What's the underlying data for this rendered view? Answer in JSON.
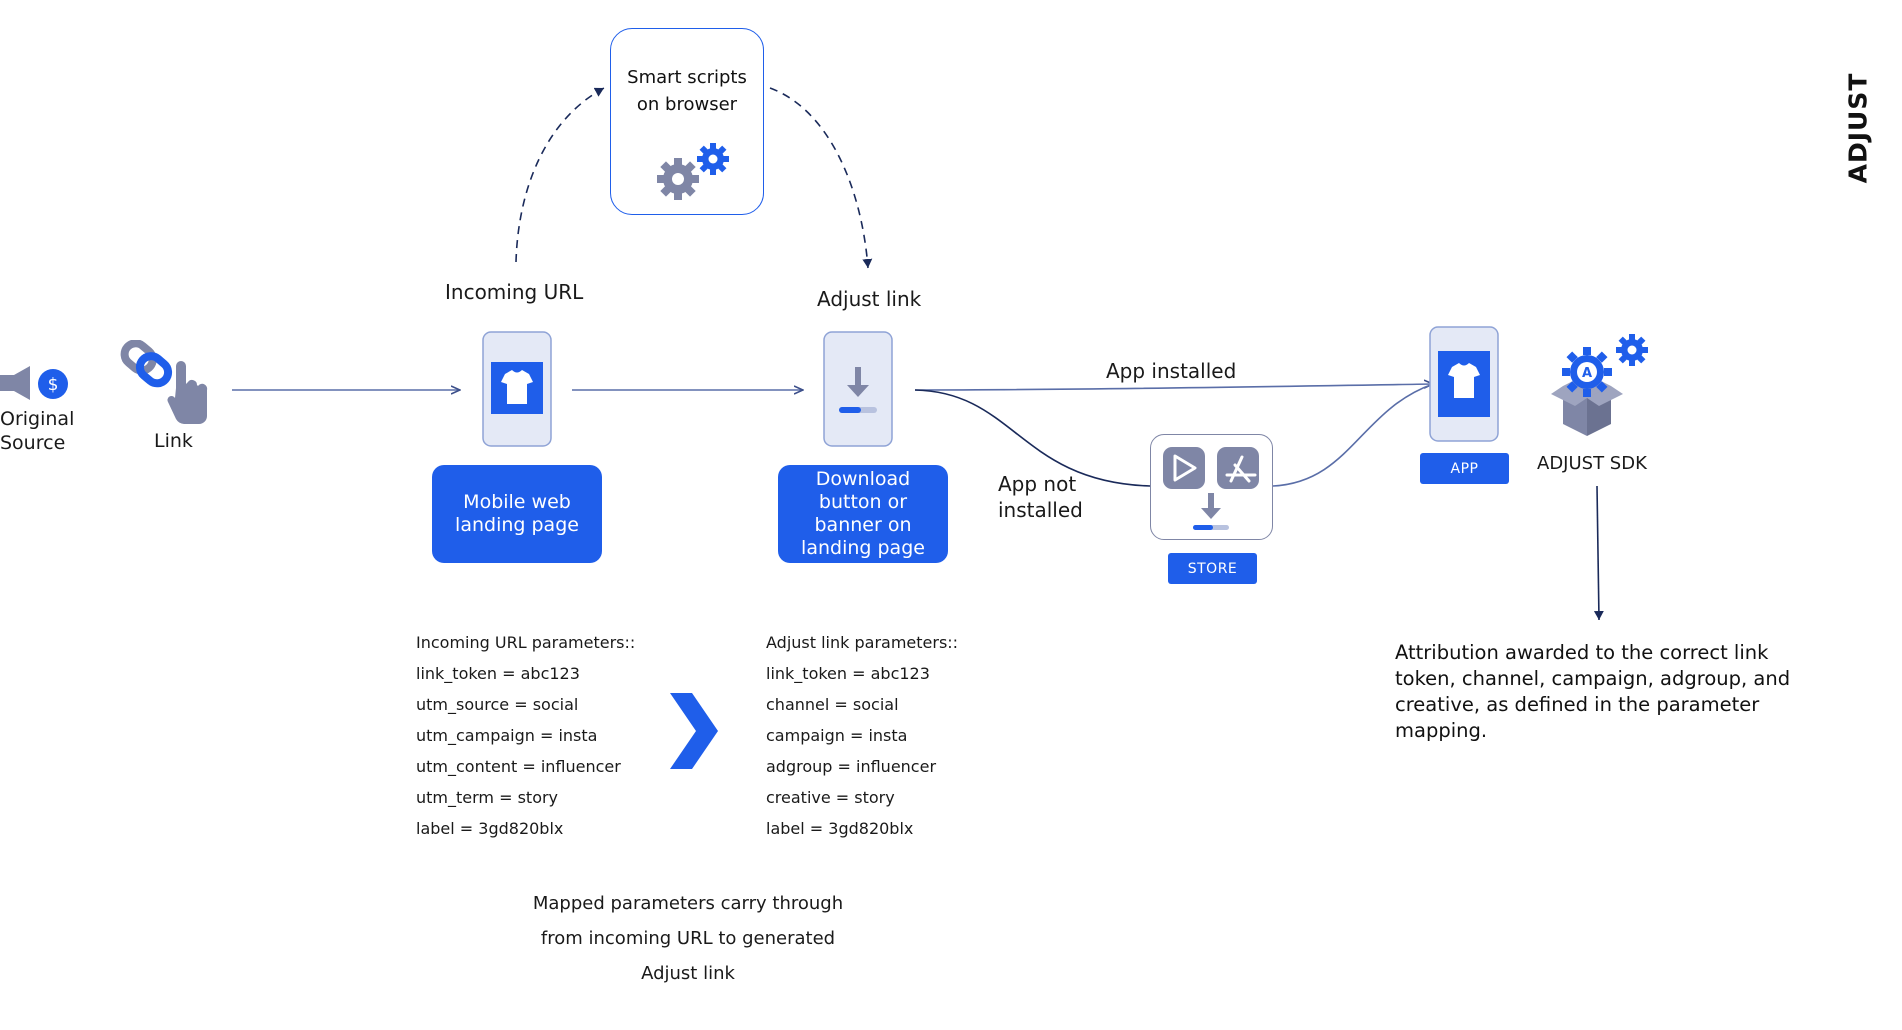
{
  "brand": {
    "name": "ADJUST"
  },
  "source": {
    "label_line1": "Original",
    "label_line2": "Source",
    "icon": "megaphone-dollar-icon"
  },
  "link": {
    "label": "Link",
    "icon": "link-hand-icon"
  },
  "smart_scripts": {
    "line1": "Smart scripts",
    "line2": "on browser",
    "icon": "gears-icon"
  },
  "incoming_url": {
    "title": "Incoming URL",
    "box_line1": "Mobile web",
    "box_line2": "landing page",
    "icon": "tshirt-phone-icon"
  },
  "adjust_link": {
    "title": "Adjust link",
    "box_lines": [
      "Download",
      "button or",
      "banner on",
      "landing page"
    ],
    "icon": "download-phone-icon"
  },
  "branch": {
    "installed": "App installed",
    "not_installed_line1": "App not",
    "not_installed_line2": "installed"
  },
  "store": {
    "label": "STORE",
    "icons": [
      "play-store-icon",
      "app-store-icon",
      "download-icon"
    ]
  },
  "app": {
    "label": "APP",
    "icon": "tshirt-phone-icon"
  },
  "sdk": {
    "label": "ADJUST SDK",
    "icon": "sdk-box-gears-icon"
  },
  "attribution": {
    "lines": [
      "Attribution awarded to the correct  link",
      "token, channel, campaign, adgroup, and",
      "creative, as defined in the parameter",
      "mapping."
    ]
  },
  "incoming_params": {
    "title": "Incoming URL parameters::",
    "items": [
      "link_token = abc123",
      "utm_source = social",
      "utm_campaign  = insta",
      "utm_content = influencer",
      "utm_term  = story",
      "label = 3gd820blx"
    ]
  },
  "adjust_params": {
    "title": "Adjust link parameters::",
    "items": [
      "link_token = abc123",
      "channel = social",
      "campaign = insta",
      "adgroup = influencer",
      "creative = story",
      "label = 3gd820blx"
    ]
  },
  "footer": {
    "lines": [
      "Mapped parameters carry through",
      "from incoming URL to generated",
      "Adjust link"
    ]
  },
  "colors": {
    "accent": "#1f5eea",
    "phone_bg": "#e4e9f6",
    "gray_icon": "#7f86a6",
    "line": "#5a6ea8"
  }
}
